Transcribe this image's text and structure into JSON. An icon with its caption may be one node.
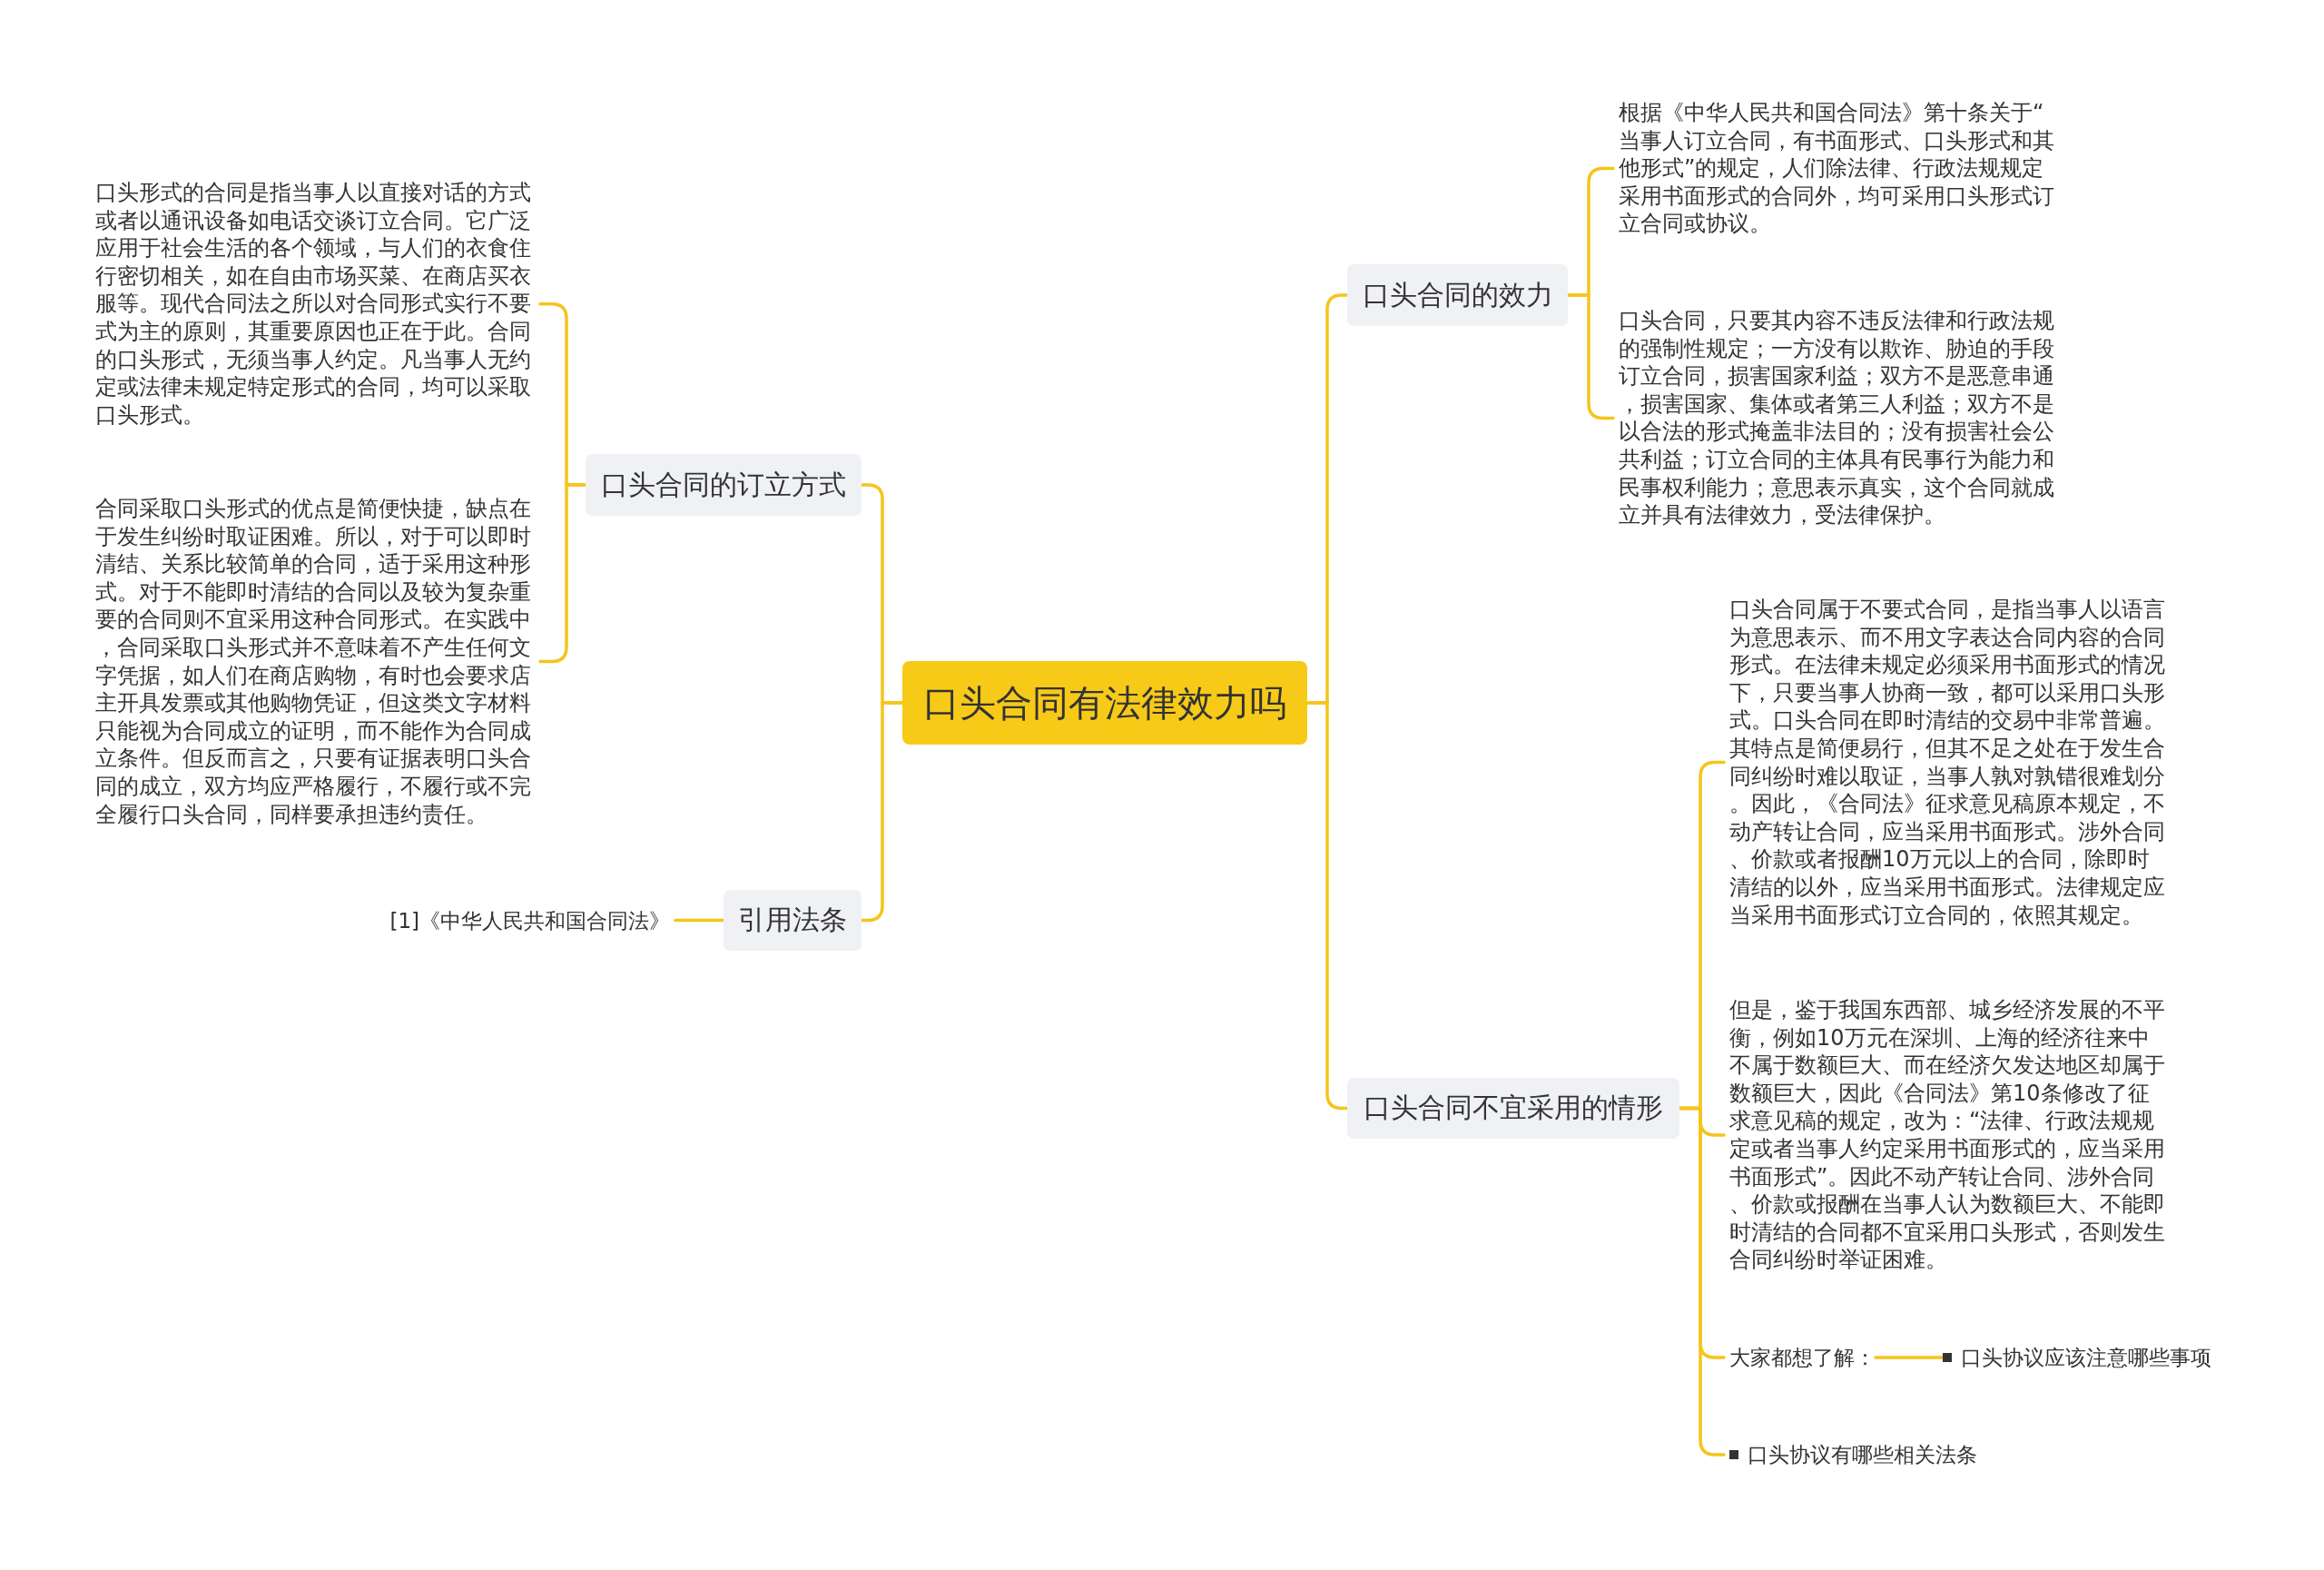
{
  "diagram": {
    "nodes": [
      {
        "text": [
          "口头合同有法律效力吗"
        ]
      },
      {
        "text": [
          "口头合同的订立方式"
        ]
      },
      {
        "text": [
          "口头形式的合同是指当事人以直接对话的方式或者以通讯设备如电话交谈订立合同。它广泛应用于社会生活的各个领域，与人们的衣食住行密切相关，如在自由市场买菜、在商店买衣服等。现代合同法之所以对合同形式实行不要式为主的原则，其重要原因也正在于此。合同的口头形式，无须当事人约定。凡当事人无约定或法律未规定特定形式的合同，均可以采取口头形式。"
        ]
      },
      {
        "text": [
          "合同采取口头形式的优点是简便快捷，缺点在于发生纠纷时取证困难。所以，对于可以即时清结、关系比较简单的合同，适于采用这种形式。对于不能即时清结的合同以及较为复杂重要的合同则不宜采用这种合同形式。在实践中，合同采取口头形式并不意味着不产生任何文字凭据，如人们在商店购物，有时也会要求店主开具发票或其他购物凭证，但这类文字材料只能视为合同成立的证明，而不能作为合同成立条件。但反而言之，只要有证据表明口头合同的成立，双方均应严格履行，不履行或不完全履行口头合同，同样要承担违约责任。"
        ]
      },
      {
        "text": [
          "引用法条"
        ]
      },
      {
        "text": [
          "[1]《中华人民共和国合同法》"
        ]
      },
      {
        "text": [
          "口头合同的效力"
        ]
      },
      {
        "text": [
          "根据《中华人民共和国合同法》第十条关于“当事人订立合同，有书面形式、口头形式和其他形式”的规定，人们除法律、行政法规规定采用书面形式的合同外，均可采用口头形式订立合同或协议。"
        ]
      },
      {
        "text": [
          "口头合同，只要其内容不违反法律和行政法规的强制性规定；一方没有以欺诈、胁迫的手段订立合同，损害国家利益；双方不是恶意串通，损害国家、集体或者第三人利益；双方不是以合法的形式掩盖非法目的；没有损害社会公共利益；订立合同的主体具有民事行为能力和民事权利能力；意思表示真实，这个合同就成立并具有法律效力，受法律保护。"
        ]
      },
      {
        "text": [
          "口头合同不宜采用的情形"
        ]
      },
      {
        "text": [
          "口头合同属于不要式合同，是指当事人以语言为意思表示、而不用文字表达合同内容的合同形式。在法律未规定必须采用书面形式的情况下，只要当事人协商一致，都可以采用口头形式。口头合同在即时清结的交易中非常普遍。其特点是简便易行，但其不足之处在于发生合同纠纷时难以取证，当事人孰对孰错很难划分。因此，《合同法》征求意见稿原本规定，不动产转让合同，应当采用书面形式。涉外合同、价款或者报酬10万元以上的合同，除即时清结的以外，应当采用书面形式。法律规定应当采用书面形式订立合同的，依照其规定。"
        ]
      },
      {
        "text": [
          "但是，鉴于我国东西部、城乡经济发展的不平衡，例如10万元在深圳、上海的经济往来中不属于数额巨大、而在经济欠发达地区却属于数额巨大，因此《合同法》第10条修改了征求意见稿的规定，改为：“法律、行政法规规定或者当事人约定采用书面形式的，应当采用书面形式”。因此不动产转让合同、涉外合同、价款或报酬在当事人认为数额巨大、不能即时清结的合同都不宜采用口头形式，否则发生合同纠纷时举证困难。"
        ]
      },
      {
        "text": [
          "大家都想了解："
        ]
      },
      {
        "text": [
          "口头协议应该注意哪些事项"
        ]
      },
      {
        "text": [
          "口头协议有哪些相关法条"
        ]
      }
    ],
    "edges": [
      {
        "from": 0,
        "to": 1,
        "arrow": "none"
      },
      {
        "from": 0,
        "to": 4,
        "arrow": "none"
      },
      {
        "from": 0,
        "to": 6,
        "arrow": "none"
      },
      {
        "from": 0,
        "to": 9,
        "arrow": "none"
      },
      {
        "from": 1,
        "to": 2,
        "arrow": "none"
      },
      {
        "from": 1,
        "to": 3,
        "arrow": "none"
      },
      {
        "from": 4,
        "to": 5,
        "arrow": "none"
      },
      {
        "from": 6,
        "to": 7,
        "arrow": "none"
      },
      {
        "from": 6,
        "to": 8,
        "arrow": "none"
      },
      {
        "from": 9,
        "to": 10,
        "arrow": "none"
      },
      {
        "from": 9,
        "to": 11,
        "arrow": "none"
      },
      {
        "from": 9,
        "to": 12,
        "arrow": "none"
      },
      {
        "from": 9,
        "to": 14,
        "arrow": "none"
      },
      {
        "from": 12,
        "to": 13,
        "arrow": "none"
      }
    ]
  }
}
